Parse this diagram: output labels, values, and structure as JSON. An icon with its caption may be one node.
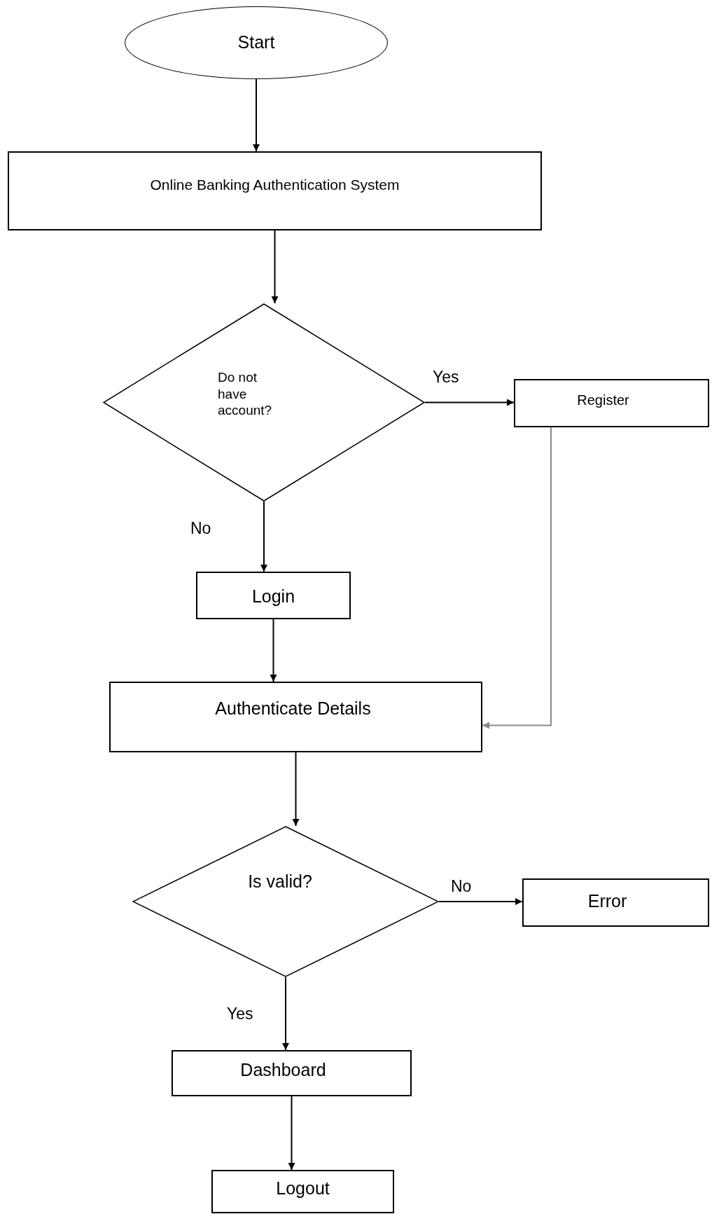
{
  "diagram": {
    "nodes": [
      {
        "text": [
          "Start"
        ]
      },
      {
        "text": [
          "Online Banking Authentication System"
        ]
      },
      {
        "text": [
          "Do not have account?"
        ]
      },
      {
        "text": [
          "Register"
        ]
      },
      {
        "text": [
          "Login"
        ]
      },
      {
        "text": [
          "Authenticate Details"
        ]
      },
      {
        "text": [
          "Is valid?"
        ]
      },
      {
        "text": [
          "Error"
        ]
      },
      {
        "text": [
          "Dashboard"
        ]
      },
      {
        "text": [
          "Logout"
        ]
      }
    ],
    "edges": [
      {
        "from": 0,
        "to": 1,
        "arrow": "to"
      },
      {
        "from": 1,
        "to": 2,
        "arrow": "to"
      },
      {
        "from": 2,
        "to": 3,
        "arrow": "to",
        "label": "Yes"
      },
      {
        "from": 2,
        "to": 4,
        "arrow": "to",
        "label": "No"
      },
      {
        "from": 4,
        "to": 5,
        "arrow": "to"
      },
      {
        "from": 3,
        "to": 5,
        "arrow": "to",
        "color": "#8a8a8a"
      },
      {
        "from": 5,
        "to": 6,
        "arrow": "to"
      },
      {
        "from": 6,
        "to": 7,
        "arrow": "to",
        "label": "No"
      },
      {
        "from": 6,
        "to": 8,
        "arrow": "to",
        "label": "Yes"
      },
      {
        "from": 8,
        "to": 9,
        "arrow": "to"
      }
    ]
  }
}
